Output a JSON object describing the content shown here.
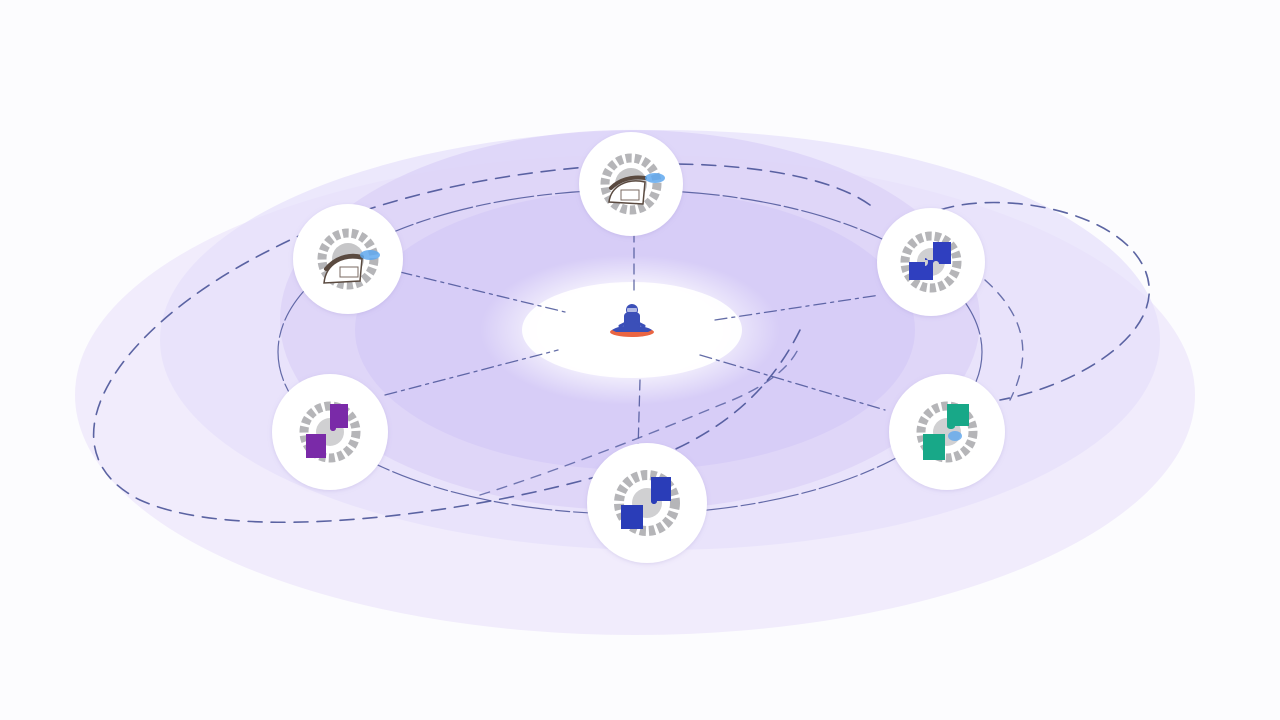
{
  "diagram": {
    "center": {
      "icon": "meditating-figure-icon",
      "color": "#3b4fb8",
      "accent": "#e8542e"
    },
    "nodes": [
      {
        "id": "top",
        "icon": "gear-worker-icon",
        "accent": "#5fa8ef"
      },
      {
        "id": "upper-left",
        "icon": "gear-worker-icon",
        "accent": "#5fa8ef"
      },
      {
        "id": "upper-right",
        "icon": "gear-blue-puzzle-icon",
        "accent": "#2f3fbf"
      },
      {
        "id": "lower-left",
        "icon": "gear-purple-puzzle-icon",
        "accent": "#7a2aa8"
      },
      {
        "id": "bottom",
        "icon": "gear-blue-puzzle-icon",
        "accent": "#2a3db8"
      },
      {
        "id": "lower-right",
        "icon": "gear-teal-puzzle-icon",
        "accent": "#18a888"
      }
    ],
    "colors": {
      "halo": "#b7a6ef",
      "halo_light": "#efeafc",
      "orbit_line": "#4a5498",
      "gear": "#b5b5b8"
    }
  }
}
